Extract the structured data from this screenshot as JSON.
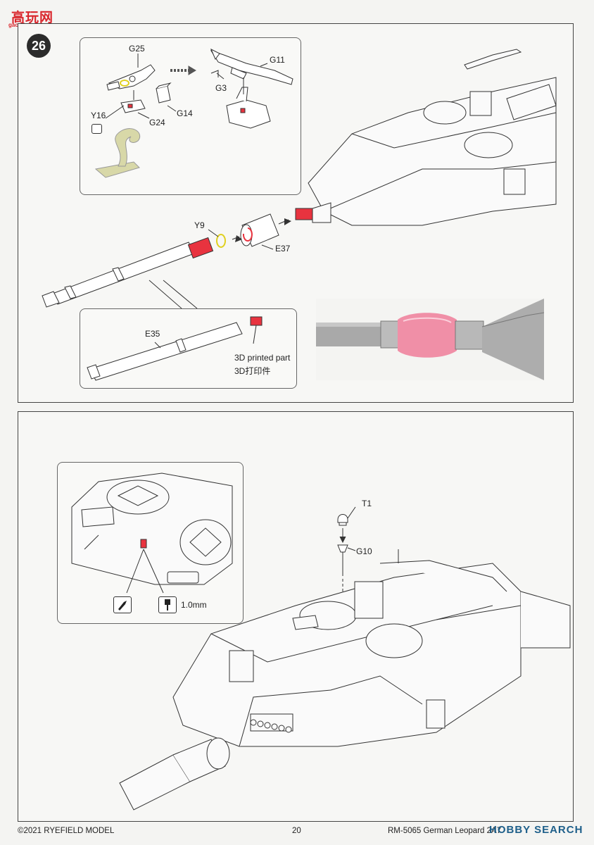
{
  "watermark": {
    "title": "高玩网",
    "subtitle": "gao.shou.com"
  },
  "step": {
    "number": "26"
  },
  "top_panel": {
    "inset_a_labels": {
      "g25": "G25",
      "g11": "G11",
      "g3": "G3",
      "g14": "G14",
      "y16": "Y16",
      "g24": "G24"
    },
    "barrel_labels": {
      "y9": "Y9",
      "e37": "E37"
    },
    "inset_b": {
      "e35": "E35",
      "printed_en": "3D printed part",
      "printed_zh": "3D打印件"
    },
    "colors": {
      "highlight_red": "#e8333f",
      "clear_part": "#d8d8a8",
      "photo_pink": "#f08fa7"
    }
  },
  "bottom_panel": {
    "labels": {
      "t1": "T1",
      "g10": "G10",
      "drill_size": "1.0mm"
    },
    "tools": {
      "knife": "knife-icon",
      "drill": "drill-icon"
    }
  },
  "footer": {
    "copyright": "©2021 RYEFIELD MODEL",
    "page_number": "20",
    "product": "RM-5065 German Leopard 2A7",
    "brand": "HOBBY SEARCH"
  }
}
